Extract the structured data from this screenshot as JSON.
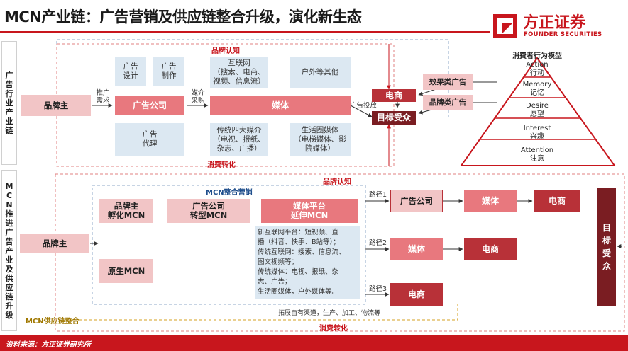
{
  "header": {
    "title": "MCN产业链：广告营销及供应链整合升级，演化新生态",
    "logo_cn": "方正证券",
    "logo_en": "FOUNDER SECURITIES"
  },
  "side": {
    "top": [
      "广",
      "告",
      "行",
      "业",
      "产",
      "业",
      "链"
    ],
    "bottom": [
      "M",
      "C",
      "N",
      "推",
      "进",
      "广",
      "告",
      "产",
      "业",
      "及",
      "供",
      "应",
      "链",
      "升",
      "级"
    ]
  },
  "top": {
    "brand_cognition": "品牌认知",
    "consumption_conversion": "消费转化",
    "brand_owner": "品牌主",
    "arrow_promo_demand": [
      "推广",
      "需求"
    ],
    "ad_design": [
      "广告",
      "设计"
    ],
    "ad_production": [
      "广告",
      "制作"
    ],
    "ad_company": "广告公司",
    "ad_agency": [
      "广告",
      "代理"
    ],
    "media_purchase": [
      "媒介",
      "采购"
    ],
    "internet": [
      "互联网",
      "（搜索、电商、",
      "视频、信息流）"
    ],
    "outdoor": "户外等其他",
    "media": "媒体",
    "traditional": [
      "传统四大媒介",
      "（电视、报纸、",
      "杂志、广播）"
    ],
    "life_circle": [
      "生活圈媒体",
      "（电梯媒体、影",
      "院媒体）"
    ],
    "ad_placement": "广告投放",
    "ecommerce": "电商",
    "target": "目标受众",
    "effect_ads": "效果类广告",
    "brand_ads": "品牌类广告"
  },
  "pyramid": {
    "title": "消费者行为模型",
    "levels": [
      {
        "en": "Action",
        "cn": "行动"
      },
      {
        "en": "Memory",
        "cn": "记忆"
      },
      {
        "en": "Desire",
        "cn": "愿望"
      },
      {
        "en": "Interest",
        "cn": "兴趣"
      },
      {
        "en": "Attention",
        "cn": "注意"
      }
    ]
  },
  "bottom": {
    "brand_cognition": "品牌认知",
    "consumption_conversion": "消费转化",
    "mcn_marketing": "MCN整合营销",
    "mcn_supply": "MCN供应链整合",
    "brand_owner": "品牌主",
    "brand_incubated": [
      "品牌主",
      "孵化MCN"
    ],
    "ad_transform": [
      "广告公司",
      "转型MCN"
    ],
    "media_extend": [
      "媒体平台",
      "延伸MCN"
    ],
    "native_mcn": "原生MCN",
    "media_desc": [
      "新互联网平台：短视频、直",
      "播（抖音、快手、B站等）；",
      "传统互联网：搜索、信息流、",
      "图文视频等；",
      "传统媒体：电视、报纸、杂",
      "志、广告；",
      "生活圈媒体，户外媒体等。"
    ],
    "path1": "路径1",
    "path2": "路径2",
    "path3": "路径3",
    "p1_ad": "广告公司",
    "p1_media": "媒体",
    "p1_ecom": "电商",
    "p2_media": "媒体",
    "p2_ecom": "电商",
    "p3_ecom": "电商",
    "target": [
      "目",
      "标",
      "受",
      "众"
    ],
    "expand": "拓展自有渠道，生产、加工、物流等"
  },
  "footer": "资料来源：方正证券研究所"
}
